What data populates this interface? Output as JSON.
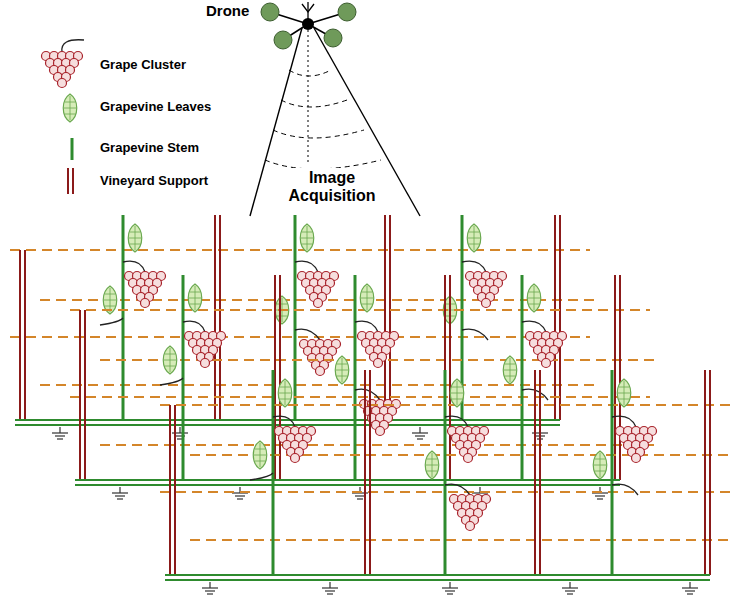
{
  "diagram": {
    "labels": [
      "Drone",
      "Image Acquisition"
    ],
    "legend": [
      {
        "text": "Grape Cluster"
      },
      {
        "text": "Grapevine Leaves"
      },
      {
        "text": "Grapevine Stem"
      },
      {
        "text": "Vineyard Support"
      }
    ]
  }
}
